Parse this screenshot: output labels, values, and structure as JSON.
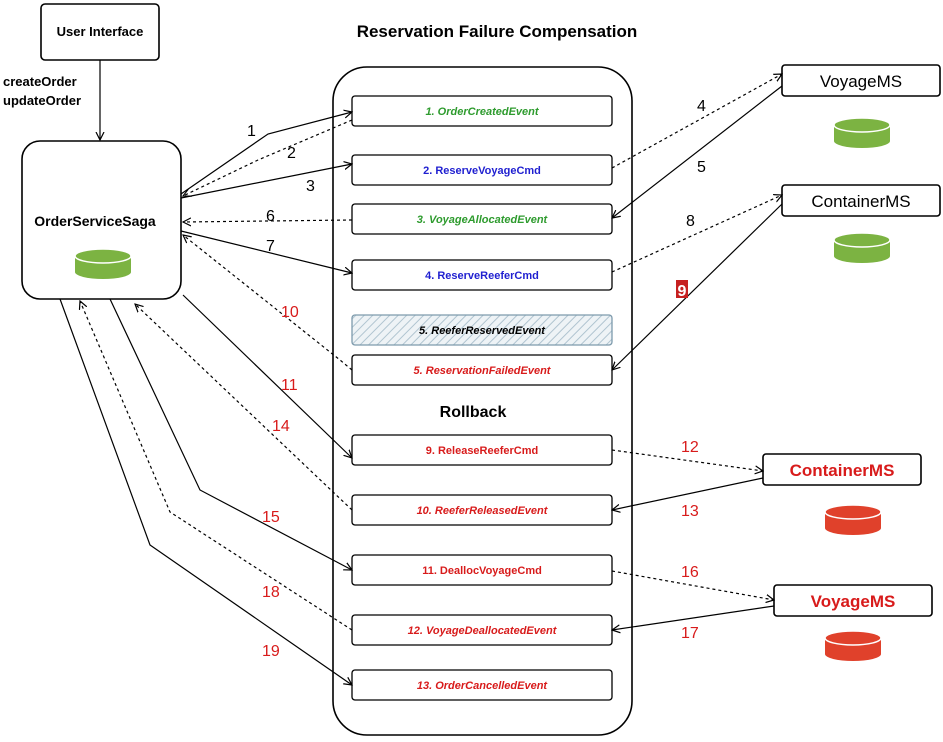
{
  "title": "Reservation Failure Compensation",
  "rollback_label": "Rollback",
  "user_interface": {
    "label": "User Interface",
    "calls": [
      "createOrder",
      "updateOrder"
    ]
  },
  "saga": {
    "label": "OrderServiceSaga"
  },
  "services_top": [
    {
      "key": "voyage_top",
      "label": "VoyageMS"
    },
    {
      "key": "container_top",
      "label": "ContainerMS"
    }
  ],
  "services_bottom": [
    {
      "key": "container_bottom",
      "label": "ContainerMS"
    },
    {
      "key": "voyage_bottom",
      "label": "VoyageMS"
    }
  ],
  "colors": {
    "green": "#2E9B2E",
    "blue": "#1F1FD0",
    "red": "#D81B1B",
    "db_green": "#7CB342",
    "db_red": "#E0412B",
    "hatch": "#b0c4d0"
  },
  "messages": [
    {
      "label": "1. OrderCreatedEvent",
      "color": "green",
      "style": "event"
    },
    {
      "label": "2. ReserveVoyageCmd",
      "color": "blue",
      "style": "cmd"
    },
    {
      "label": "3. VoyageAllocatedEvent",
      "color": "green",
      "style": "event"
    },
    {
      "label": "4. ReserveReeferCmd",
      "color": "blue",
      "style": "cmd"
    },
    {
      "label": "5. ReeferReservedEvent",
      "color": "black",
      "style": "event-hatched"
    },
    {
      "label": "5. ReservationFailedEvent",
      "color": "red",
      "style": "event"
    },
    {
      "label": "9. ReleaseReeferCmd",
      "color": "red",
      "style": "cmd"
    },
    {
      "label": "10. ReeferReleasedEvent",
      "color": "red",
      "style": "event"
    },
    {
      "label": "11. DeallocVoyageCmd",
      "color": "red",
      "style": "cmd"
    },
    {
      "label": "12. VoyageDeallocatedEvent",
      "color": "red",
      "style": "event"
    },
    {
      "label": "13. OrderCancelledEvent",
      "color": "red",
      "style": "event"
    }
  ],
  "step_numbers": {
    "black": [
      "1",
      "2",
      "3",
      "4",
      "5",
      "6",
      "7",
      "8"
    ],
    "badge": "9",
    "red": [
      "10",
      "11",
      "12",
      "13",
      "14",
      "15",
      "16",
      "17",
      "18",
      "19"
    ]
  }
}
